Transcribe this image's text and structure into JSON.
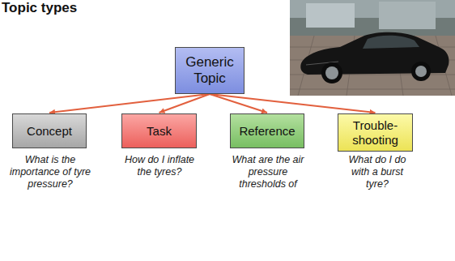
{
  "diagram": {
    "title": "Topic types",
    "nodes": [
      {
        "text": [
          "Generic Topic"
        ]
      },
      {
        "text": [
          "Concept"
        ]
      },
      {
        "text": [
          "Task"
        ]
      },
      {
        "text": [
          "Reference"
        ]
      },
      {
        "text": [
          "Trouble- shooting"
        ]
      }
    ],
    "edges": [
      {
        "from": 0,
        "to": 1,
        "arrow": "to"
      },
      {
        "from": 0,
        "to": 2,
        "arrow": "to"
      },
      {
        "from": 0,
        "to": 3,
        "arrow": "to"
      },
      {
        "from": 0,
        "to": 4,
        "arrow": "to"
      }
    ],
    "labels": [
      "What is the importance of tyre pressure?",
      "How do I inflate the tyres?",
      "What are the air pressure thresholds of",
      "What do I do with a burst tyre?"
    ]
  }
}
